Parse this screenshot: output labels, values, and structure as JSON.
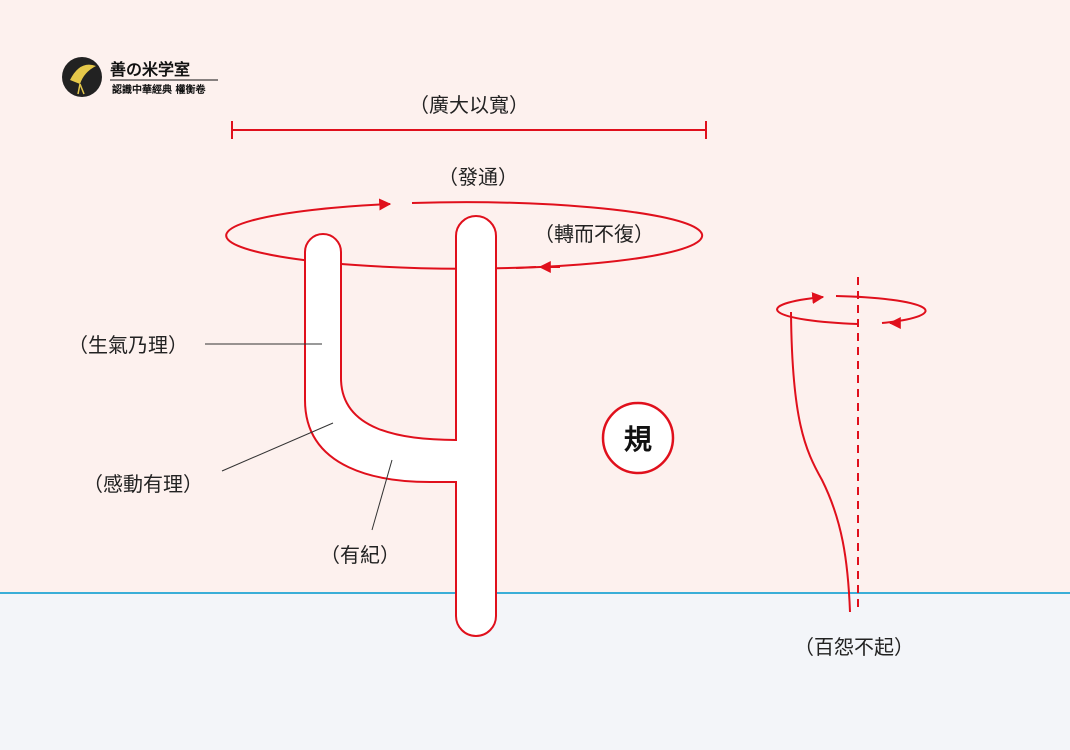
{
  "logo": {
    "title": "善の米学室",
    "subtitle": "認識中華經典 權衡卷"
  },
  "labels": {
    "width_span": "（廣大以寬）",
    "circulation": "（發通）",
    "turning": "（轉而不復）",
    "vitality": "（生氣乃理）",
    "response": "（感動有理）",
    "order": "（有紀）",
    "hundred_grievances": "（百怨不起）"
  },
  "center_character": "規",
  "colors": {
    "red": "#e0101c",
    "ground_line": "#3aaed8",
    "background_top": "#fdf1ee",
    "background_bottom": "#f3f5f9"
  }
}
